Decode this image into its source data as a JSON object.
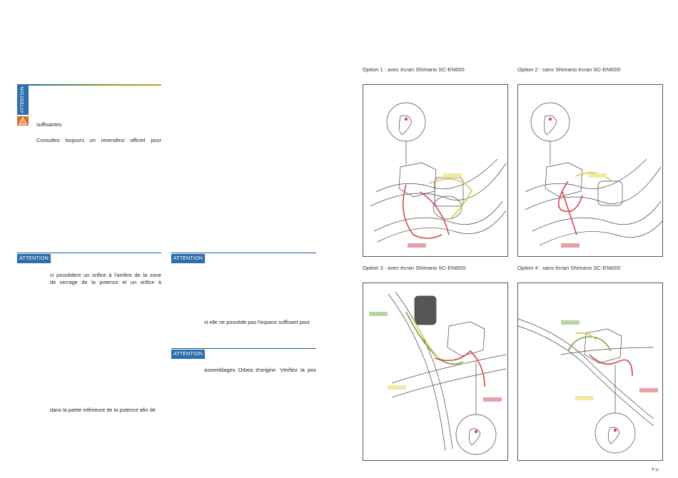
{
  "left_column": {
    "attention_vertical_label": "ATTENTION",
    "para1_line1": "suffisantes.",
    "para1_line2": "Consultez toujours un revendeur officiel pour"
  },
  "notes": [
    {
      "label": "ATTENTION",
      "line1": "ci possèdent un orifice à l'arrière de la zone",
      "line2": "de serrage de la potence et un orifice à",
      "line3": "dans la partie inférieure de la potence afin de"
    },
    {
      "label": "ATTENTION",
      "line1": "si elle ne possède pas l'espace suffisant pour"
    },
    {
      "label": "ATTENTION",
      "line1": "assemblages Orbea d'origine. Vérifiez la pos"
    }
  ],
  "options": [
    {
      "caption": "Option 1 : avec écran Shimano SC-EN600"
    },
    {
      "caption": "Option 2 : sans Shimano écran SC-EN600/"
    },
    {
      "caption": "Option 3 : avec écran Shimano SC-EN600/"
    },
    {
      "caption": "Option 4 : sans écran Shimano SC-EN600/"
    }
  ],
  "icons": {
    "warning": "warning-triangle-icon",
    "next": "next-page-icon"
  },
  "nav": {
    "next_symbol": "+»"
  },
  "colors": {
    "accent_blue": "#2e6eaa",
    "warning_orange": "#e06a1e",
    "cable_red": "#d6454f",
    "cable_yellow": "#d9c84a",
    "cable_green": "#6da34a",
    "label_red": "#e8a0a6",
    "label_yellow": "#f0eaa2",
    "label_green": "#b7d5a2"
  }
}
